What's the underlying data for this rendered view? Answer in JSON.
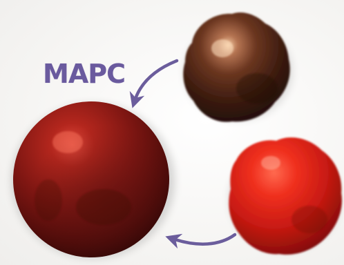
{
  "diagram": {
    "label_text": "MAPC",
    "colors": {
      "label": "#6a5a9e",
      "arrow": "#6b5d9c",
      "large_sphere": "#7a1616",
      "dark_cell": "#3a1c10",
      "red_cell": "#d8261a"
    },
    "elements": [
      "dark-brown-cell",
      "bright-red-cell",
      "large-dark-red-sphere",
      "arrow-to-large-sphere-from-top",
      "arrow-to-large-sphere-from-bottom"
    ]
  }
}
